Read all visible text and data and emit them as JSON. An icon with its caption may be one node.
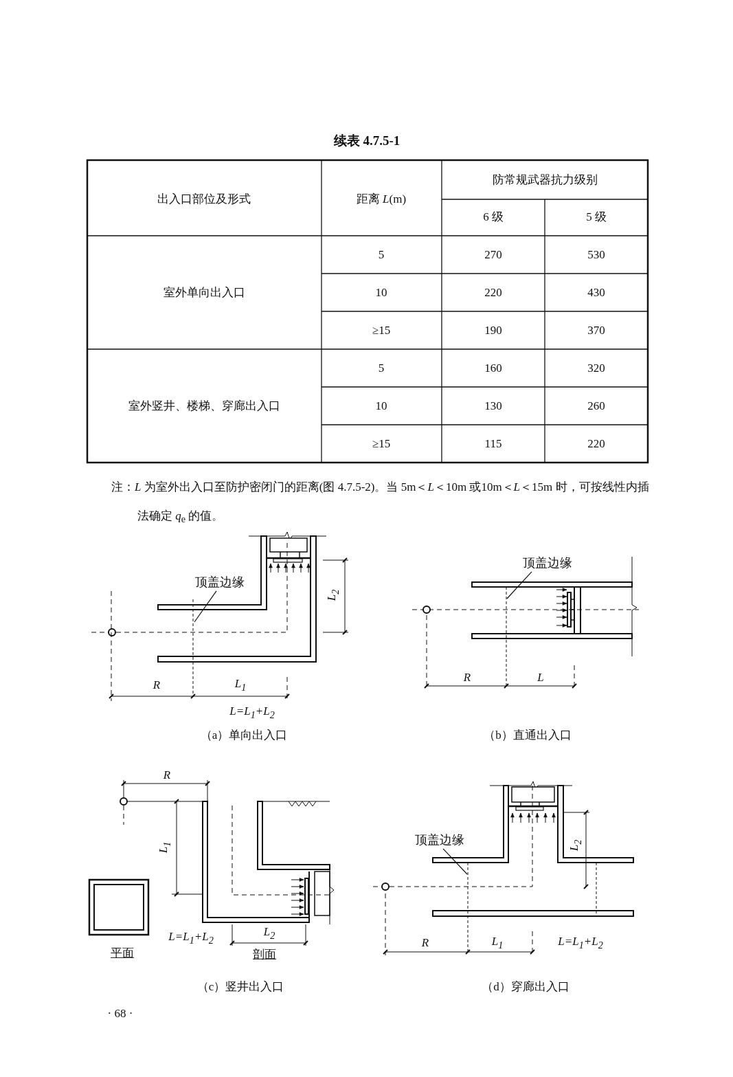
{
  "diagram": {
    "title": "续表 4.7.5-1",
    "nodes": [
      {
        "text": [
          "顶盖边缘"
        ]
      },
      {
        "text": [
          "顶盖边缘"
        ]
      },
      {
        "text": [
          "顶盖边缘"
        ]
      }
    ],
    "edges": [
      {
        "from": 0,
        "to": null,
        "arrow": "none"
      },
      {
        "from": 1,
        "to": null,
        "arrow": "none"
      },
      {
        "from": 2,
        "to": null,
        "arrow": "none"
      }
    ],
    "labels": [
      "出入口部位及形式",
      "距离 *L*(m)",
      "防常规武器抗力级别",
      "6 级",
      "5 级",
      "室外单向出入口",
      "5",
      "270",
      "530",
      "10",
      "220",
      "430",
      "≥15",
      "190",
      "370",
      "室外竖井、楼梯、穿廊出入口",
      "5",
      "160",
      "320",
      "10",
      "130",
      "260",
      "≥15",
      "115",
      "220",
      "注：*L* 为室外出入口至防护密闭门的距离(图 4.7.5-2)。当 5m＜*L*＜10m 或10m＜*L*＜15m 时，可按线性内插法确定 *q*$_{e}$ 的值。",
      "R",
      "L$_{1}$",
      "L$_{2}$",
      "L=L$_{1}$+L$_{2}$",
      "（a）单向出入口",
      "R",
      "L",
      "（b）直通出入口",
      "R",
      "L$_{1}$",
      "L=L$_{1}$+L$_{2}$",
      "L$_{2}$",
      "平面",
      "剖面",
      "（c）竖井出入口",
      "R",
      "L$_{1}$",
      "L$_{2}$",
      "L=L$_{1}$+L$_{2}$",
      "（d）穿廊出入口",
      "· 68 ·"
    ]
  }
}
